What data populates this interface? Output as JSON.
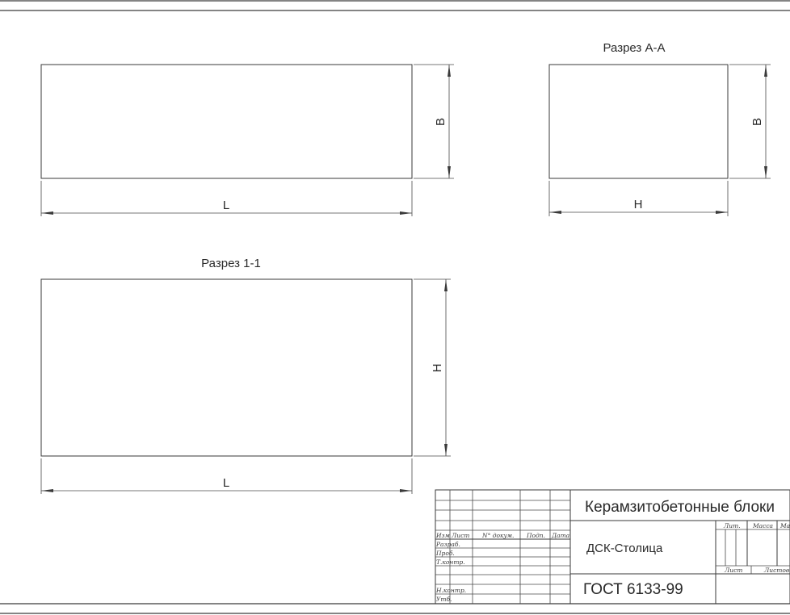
{
  "views": {
    "top": {
      "length_label": "L",
      "width_label": "B"
    },
    "section_aa": {
      "title": "Разрез А-А",
      "height_label": "H",
      "width_label": "B"
    },
    "section_11": {
      "title": "Разрез 1-1",
      "length_label": "L",
      "height_label": "H"
    }
  },
  "title_block": {
    "product": "Керамзитобетонные блоки",
    "company": "ДСК-Столица",
    "standard": "ГОСТ 6133-99",
    "col_izm": "Изм",
    "col_list": "Лист",
    "col_ndoc": "N° докум.",
    "col_podp": "Подп.",
    "col_data": "Дата",
    "row_razrab": "Разраб.",
    "row_prov": "Проб.",
    "row_tkontr": "Т.контр.",
    "row_nkontr": "Н.контр.",
    "row_utv": "Утб.",
    "lit": "Лит.",
    "massa": "Масса",
    "masshtab": "Мa",
    "list": "Лист",
    "listov": "Листов"
  }
}
